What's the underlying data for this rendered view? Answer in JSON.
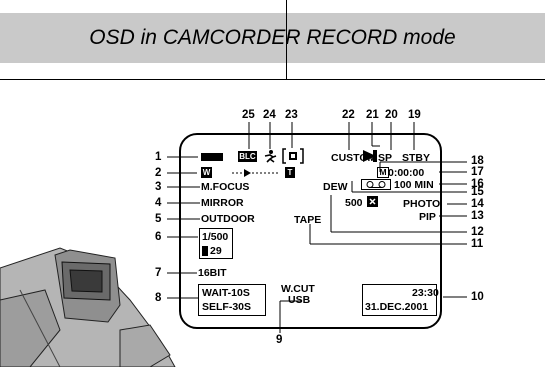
{
  "header": {
    "title": "OSD in CAMCORDER RECORD mode"
  },
  "callout_numbers": [
    "1",
    "2",
    "3",
    "4",
    "5",
    "6",
    "7",
    "8",
    "9",
    "10",
    "11",
    "12",
    "13",
    "14",
    "15",
    "16",
    "17",
    "18",
    "19",
    "20",
    "21",
    "22",
    "23",
    "24",
    "25"
  ],
  "osd": {
    "blc": "BLC",
    "custom": "CUSTOM",
    "sp": "SP",
    "stby": "STBY",
    "zoom_w": "W",
    "zoom_t": "T",
    "m_badge": "M",
    "counter": "0:00:00",
    "m_focus": "M.FOCUS",
    "tape_remaining": "100 MIN",
    "mirror": "MIRROR",
    "photo": "PHOTO",
    "outdoor": "OUTDOOR",
    "pip": "PIP",
    "shutter": "1/500",
    "iris": "29",
    "dew": "DEW",
    "zoom_500": "500",
    "tape": "TAPE",
    "bit": "16BIT",
    "wait": "WAIT-10S",
    "self": "SELF-30S",
    "wcut": "W.CUT",
    "usb": "USB",
    "time": "23:30",
    "date": "31.DEC.2001"
  }
}
